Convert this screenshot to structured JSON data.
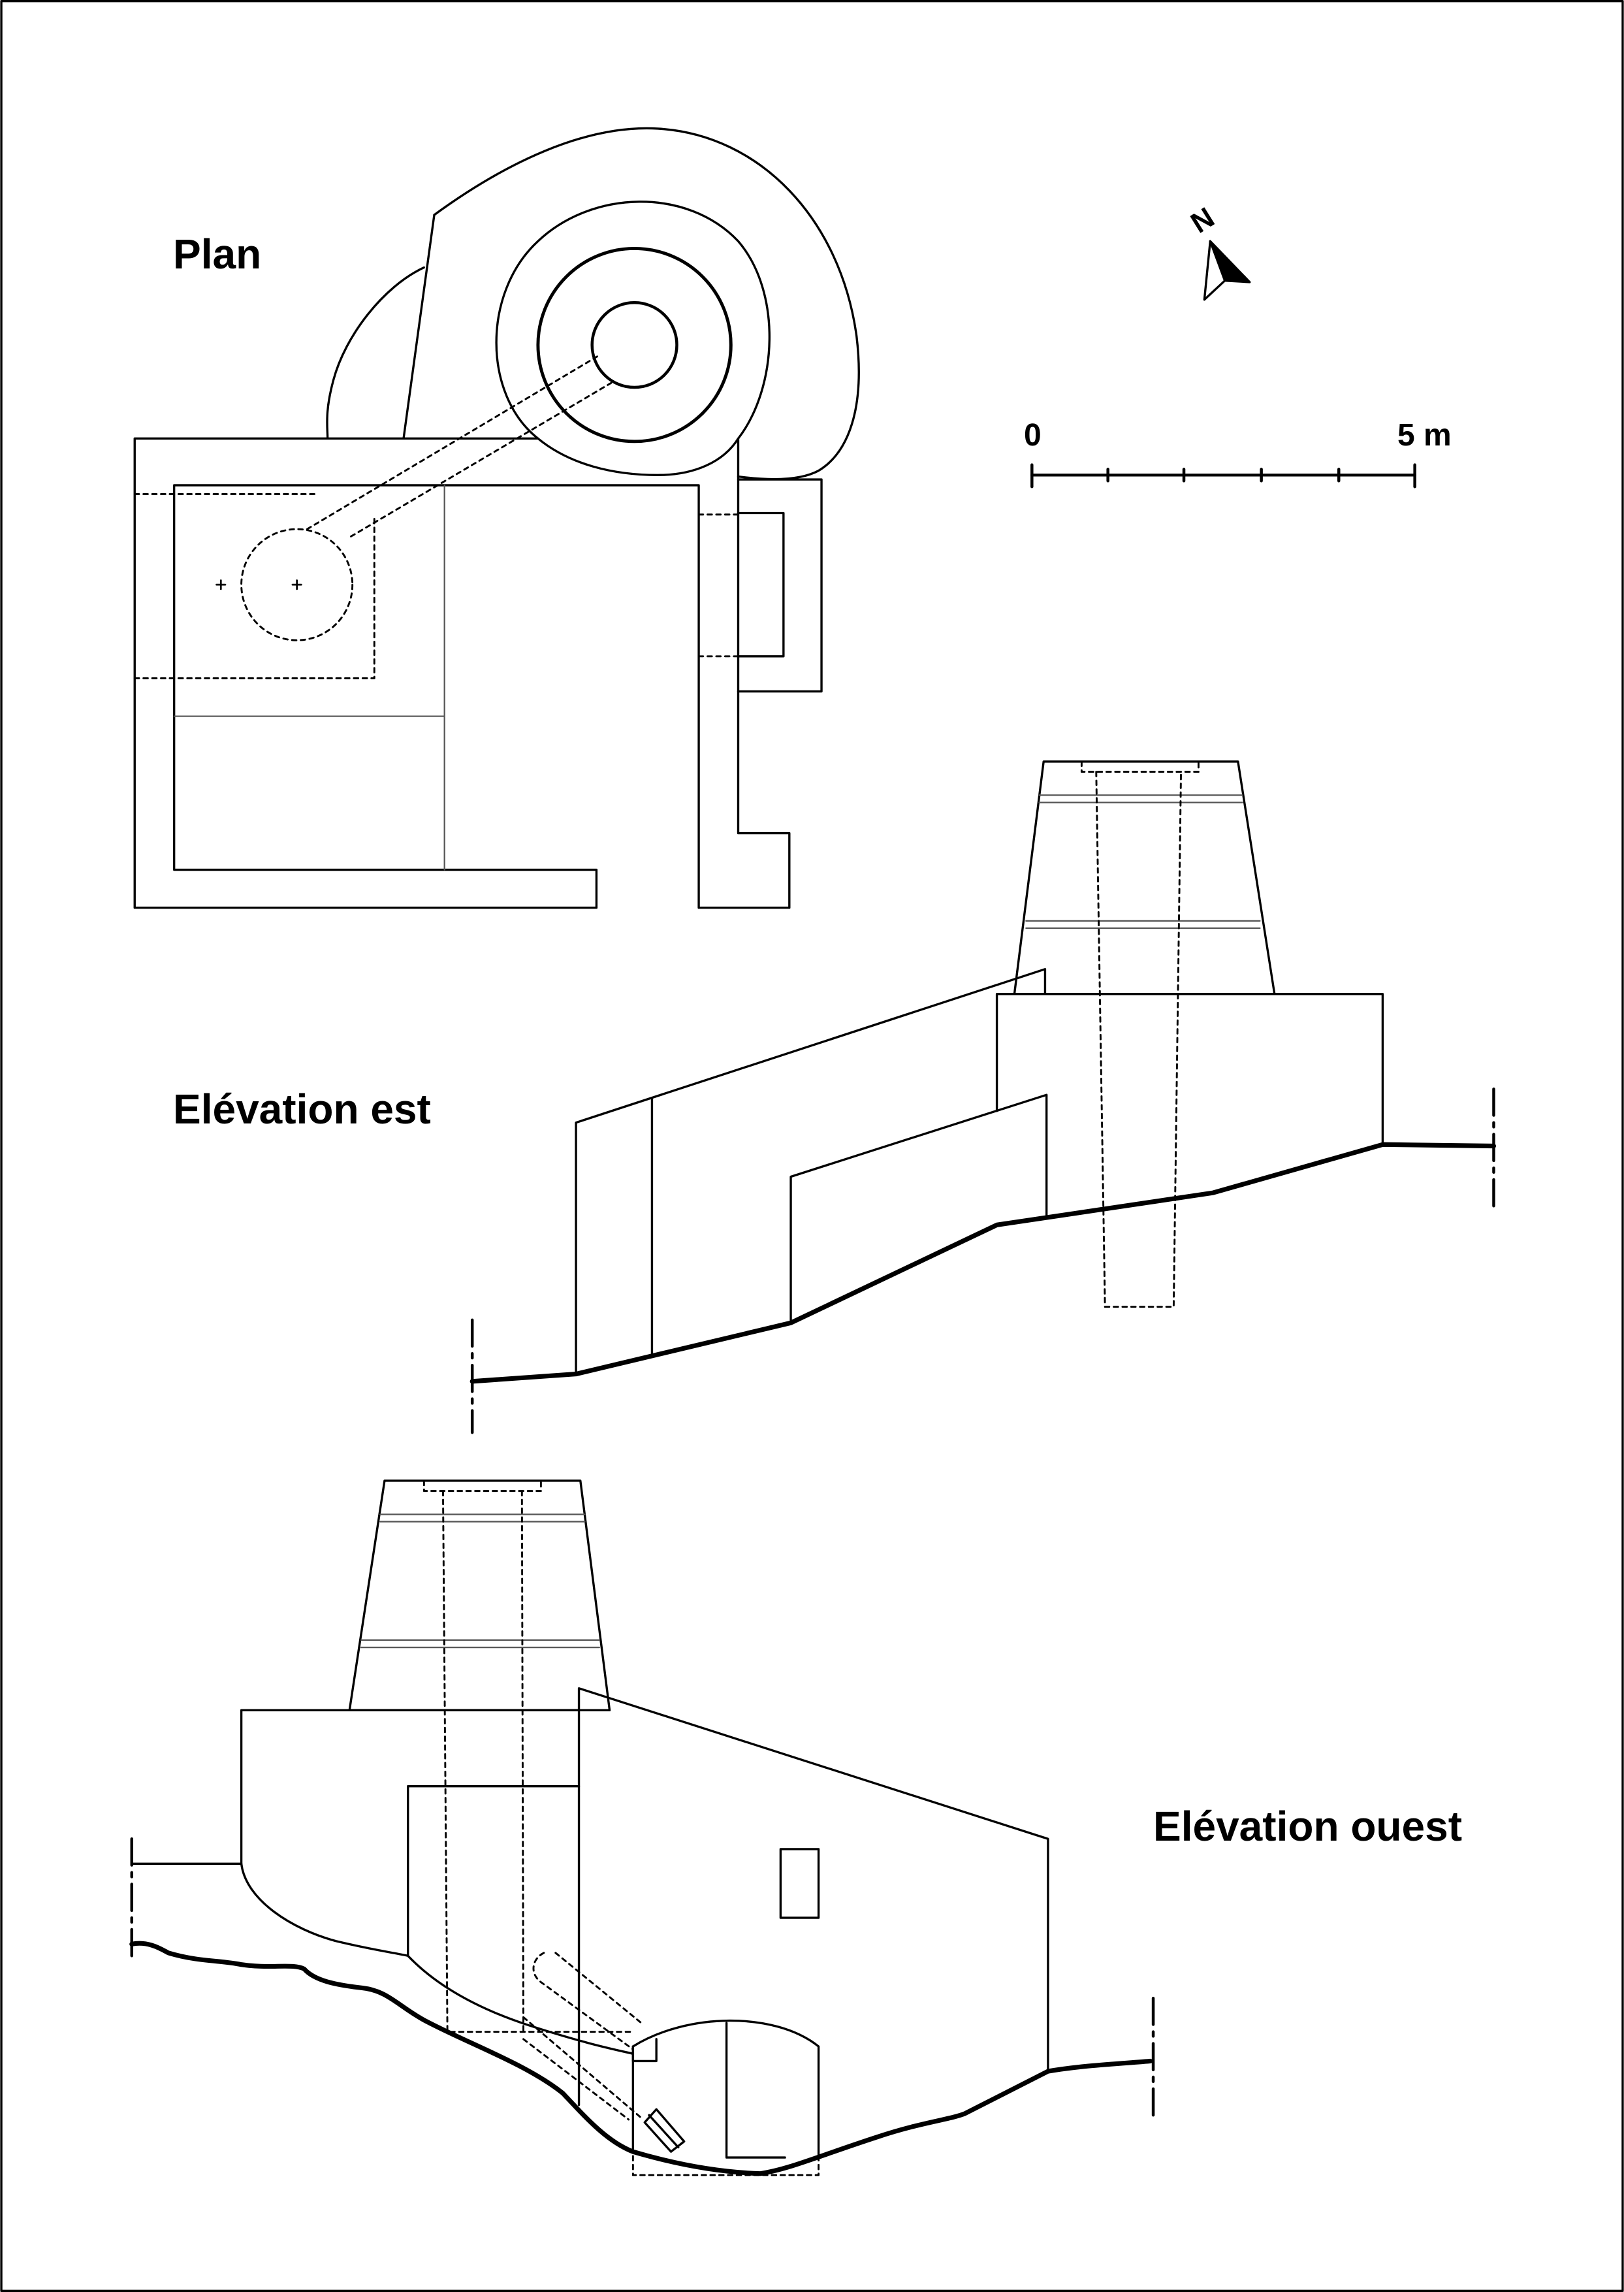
{
  "labels": {
    "plan": "Plan",
    "elevation_east": "Elévation est",
    "elevation_west": "Elévation ouest"
  },
  "north_arrow": {
    "letter": "N"
  },
  "scale_bar": {
    "start": "0",
    "end": "5 m",
    "divisions": 5
  },
  "colors": {
    "ink": "#000000",
    "background": "#ffffff",
    "thin_line": "#555555"
  }
}
